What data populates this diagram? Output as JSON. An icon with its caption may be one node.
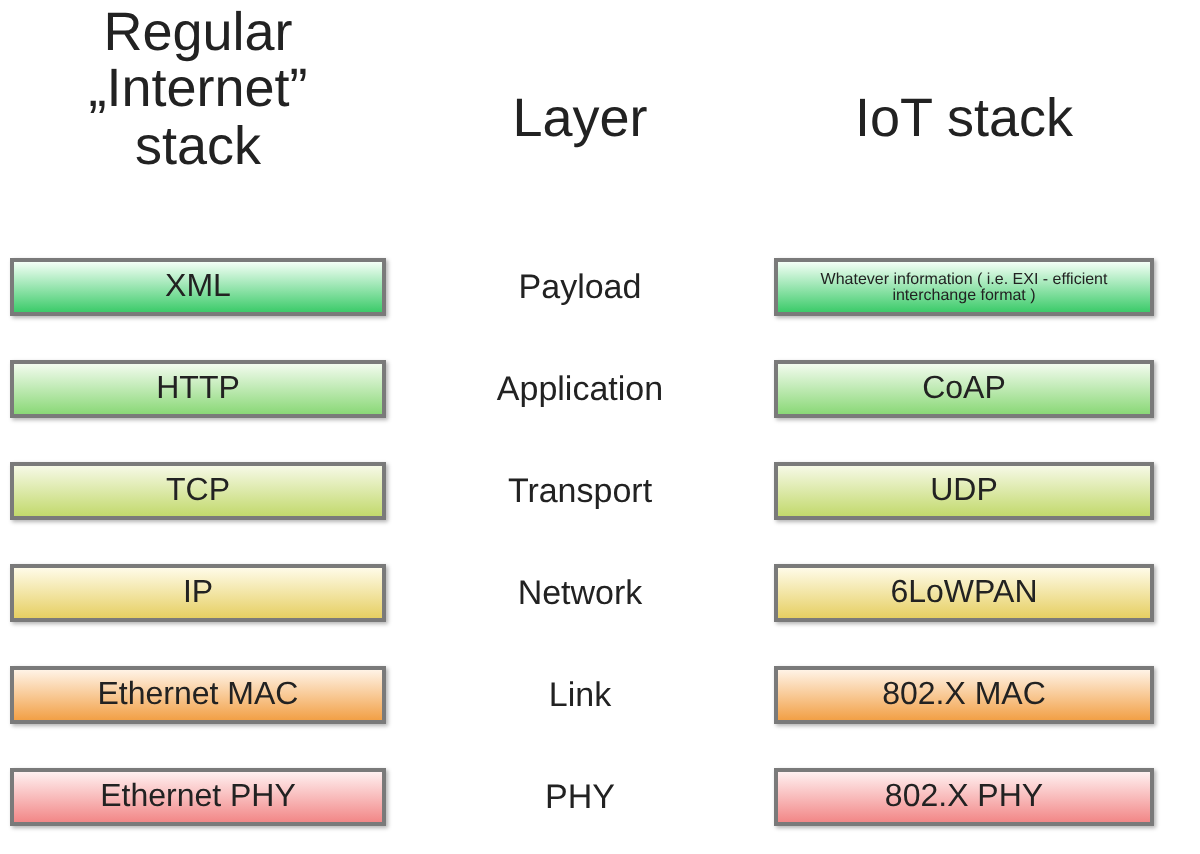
{
  "diagram": {
    "nodes": [
      {
        "text": [
          "XML"
        ]
      },
      {
        "text": [
          "Whatever information ( i.e. EXI - efficient interchange format )"
        ]
      },
      {
        "text": [
          "HTTP"
        ]
      },
      {
        "text": [
          "CoAP"
        ]
      },
      {
        "text": [
          "TCP"
        ]
      },
      {
        "text": [
          "UDP"
        ]
      },
      {
        "text": [
          "IP"
        ]
      },
      {
        "text": [
          "6LoWPAN"
        ]
      },
      {
        "text": [
          "Ethernet MAC"
        ]
      },
      {
        "text": [
          "802.X MAC"
        ]
      },
      {
        "text": [
          "Ethernet PHY"
        ]
      },
      {
        "text": [
          "802.X PHY"
        ]
      }
    ],
    "labels": [
      "Regular „Internet” stack",
      "Layer",
      "IoT stack",
      "Payload",
      "Application",
      "Transport",
      "Network",
      "Link",
      "PHY"
    ]
  }
}
